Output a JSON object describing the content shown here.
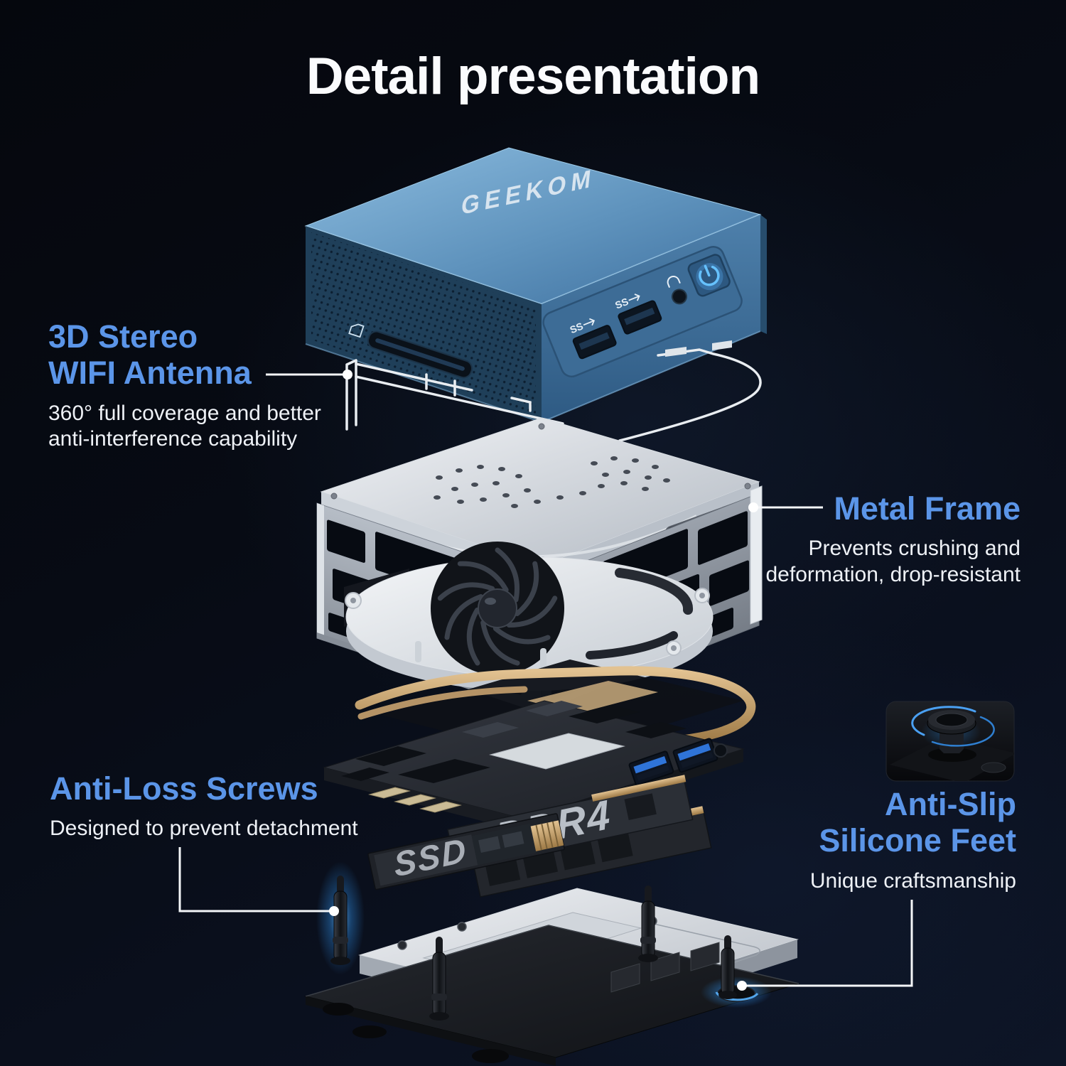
{
  "page": {
    "title": "Detail presentation"
  },
  "device": {
    "brand": "GEEKOM",
    "ram_label": "DDR4",
    "ssd_label": "SSD",
    "usb_speed_mark": "SS"
  },
  "callouts": {
    "wifi_antenna": {
      "title_line1": "3D Stereo",
      "title_line2": "WIFI Antenna",
      "desc_line1": "360° full coverage and better",
      "desc_line2": "anti-interference capability"
    },
    "metal_frame": {
      "title": "Metal Frame",
      "desc_line1": "Prevents crushing and",
      "desc_line2": "deformation, drop-resistant"
    },
    "anti_loss_screws": {
      "title": "Anti-Loss Screws",
      "desc": "Designed to prevent detachment"
    },
    "anti_slip_feet": {
      "title_line1": "Anti-Slip",
      "title_line2": "Silicone Feet",
      "desc": "Unique craftsmanship"
    }
  },
  "icons": {
    "sd_card_slot": "sd-card-icon",
    "usb_a_ports": "usb3-port-icon",
    "usb_speed_badge": "usb3-speed-icon",
    "headphone_jack": "headphone-icon",
    "power_button": "power-icon"
  },
  "colors": {
    "accent_blue": "#5b95e8",
    "text_white": "#eef1f6",
    "case_blue": "#5e93bd",
    "glow_blue": "#57b7ff",
    "heatpipe_gold": "#c9a878",
    "background": "#0a0e18",
    "leader_line": "#f4f6f8"
  }
}
